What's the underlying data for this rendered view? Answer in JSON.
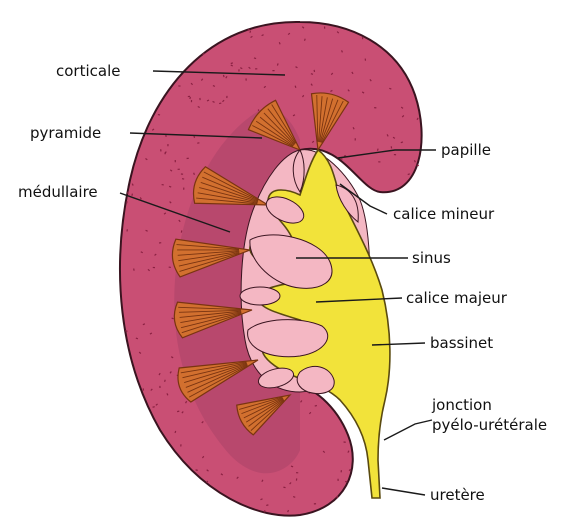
{
  "diagram": {
    "labels": {
      "corticale": "corticale",
      "pyramide": "pyramide",
      "medullaire": "médullaire",
      "papille": "papille",
      "calice_mineur": "calice mineur",
      "sinus": "sinus",
      "calice_majeur": "calice majeur",
      "bassinet": "bassinet",
      "jonction_line1": "jonction",
      "jonction_line2": "pyélo-urétérale",
      "uretere": "uretère"
    },
    "colors": {
      "cortex": "#c94f74",
      "cortex_outline": "#3a1420",
      "medulla": "#b8486d",
      "pyramid": "#d2702f",
      "pyramid_stripe": "#7a3410",
      "sinus_fat": "#f4b7c3",
      "pelvis": "#f2e33a",
      "pelvis_outline": "#5a4a10",
      "speckle": "#8a2142"
    }
  }
}
